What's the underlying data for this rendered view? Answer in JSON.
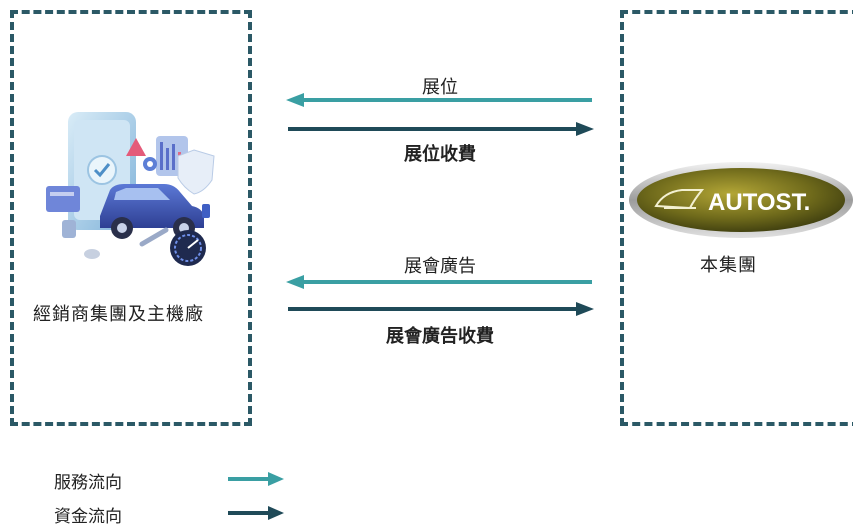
{
  "colors": {
    "service_flow": "#3a9fa3",
    "capital_flow": "#1f4a58",
    "box_border": "#2b5966"
  },
  "left_entity": {
    "label": "經銷商集團及主機廠",
    "icon": "car-tech-illustration-icon"
  },
  "right_entity": {
    "label": "本集團",
    "logo_text": "AUTOST.",
    "icon": "autost-logo-icon"
  },
  "flows": [
    {
      "label": "展位",
      "type": "service"
    },
    {
      "label": "展位收費",
      "type": "capital"
    },
    {
      "label": "展會廣告",
      "type": "service"
    },
    {
      "label": "展會廣告收費",
      "type": "capital"
    }
  ],
  "legend": [
    {
      "label": "服務流向",
      "type": "service"
    },
    {
      "label": "資金流向",
      "type": "capital"
    }
  ]
}
